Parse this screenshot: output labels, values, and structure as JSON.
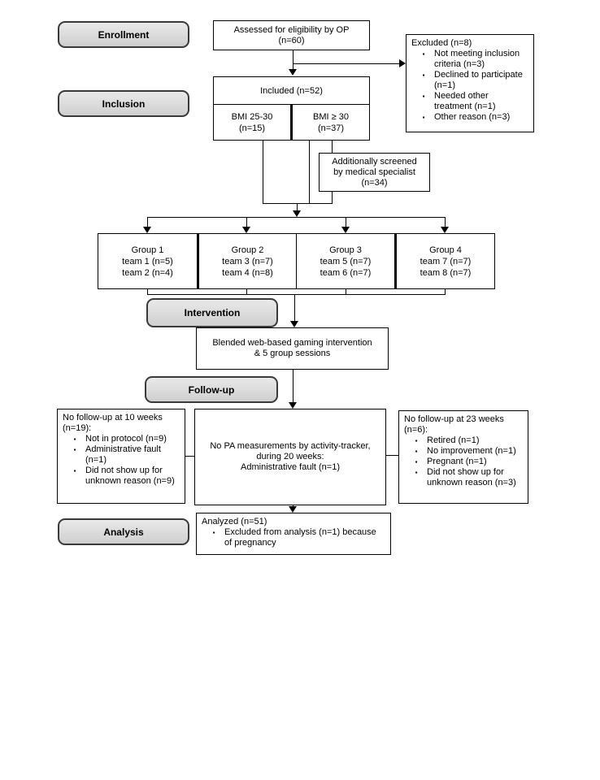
{
  "stages": {
    "enrollment": "Enrollment",
    "inclusion": "Inclusion",
    "intervention": "Intervention",
    "followup": "Follow-up",
    "analysis": "Analysis"
  },
  "assessed": {
    "line1": "Assessed for eligibility by OP",
    "line2": "(n=60)"
  },
  "excluded": {
    "title": "Excluded (n=8)",
    "items": [
      "Not meeting inclusion criteria (n=3)",
      "Declined to participate (n=1)",
      "Needed other treatment (n=1)",
      "Other reason (n=3)"
    ]
  },
  "included": {
    "title": "Included (n=52)",
    "bmi_left": {
      "line1": "BMI 25-30",
      "line2": "(n=15)"
    },
    "bmi_right": {
      "line1": "BMI ≥ 30",
      "line2": "(n=37)"
    }
  },
  "screened": {
    "line1": "Additionally screened",
    "line2": "by medical specialist",
    "line3": "(n=34)"
  },
  "groups": [
    {
      "title": "Group 1",
      "teams": [
        "team 1 (n=5)",
        "team 2 (n=4)"
      ]
    },
    {
      "title": "Group 2",
      "teams": [
        "team 3 (n=7)",
        "team 4 (n=8)"
      ]
    },
    {
      "title": "Group 3",
      "teams": [
        "team 5 (n=7)",
        "team 6 (n=7)"
      ]
    },
    {
      "title": "Group 4",
      "teams": [
        "team 7 (n=7)",
        "team 8 (n=7)"
      ]
    }
  ],
  "intervention_box": {
    "line1": "Blended web-based gaming intervention",
    "line2": "& 5 group sessions"
  },
  "followup_left": {
    "title": "No follow-up at 10 weeks (n=19):",
    "items": [
      "Not in protocol (n=9)",
      "Administrative fault (n=1)",
      "Did not show up for unknown reason (n=9)"
    ]
  },
  "followup_mid": {
    "line1": "No PA measurements by activity-tracker,",
    "line2": "during 20 weeks:",
    "line3": "Administrative fault (n=1)"
  },
  "followup_right": {
    "title": "No follow-up at 23 weeks (n=6):",
    "items": [
      "Retired (n=1)",
      "No improvement (n=1)",
      "Pregnant (n=1)",
      "Did not show up for unknown reason (n=3)"
    ]
  },
  "analyzed": {
    "title": "Analyzed  (n=51)",
    "items": [
      "Excluded from analysis (n=1) because of pregnancy"
    ]
  },
  "icons": {
    "bullet": "▪"
  },
  "colors": {
    "background": "#ffffff",
    "text": "#000000",
    "box_border": "#000000",
    "stage_fill_top": "#e9e9e9",
    "stage_fill_bottom": "#cfcfcf",
    "stage_border": "#3a3a3a"
  }
}
